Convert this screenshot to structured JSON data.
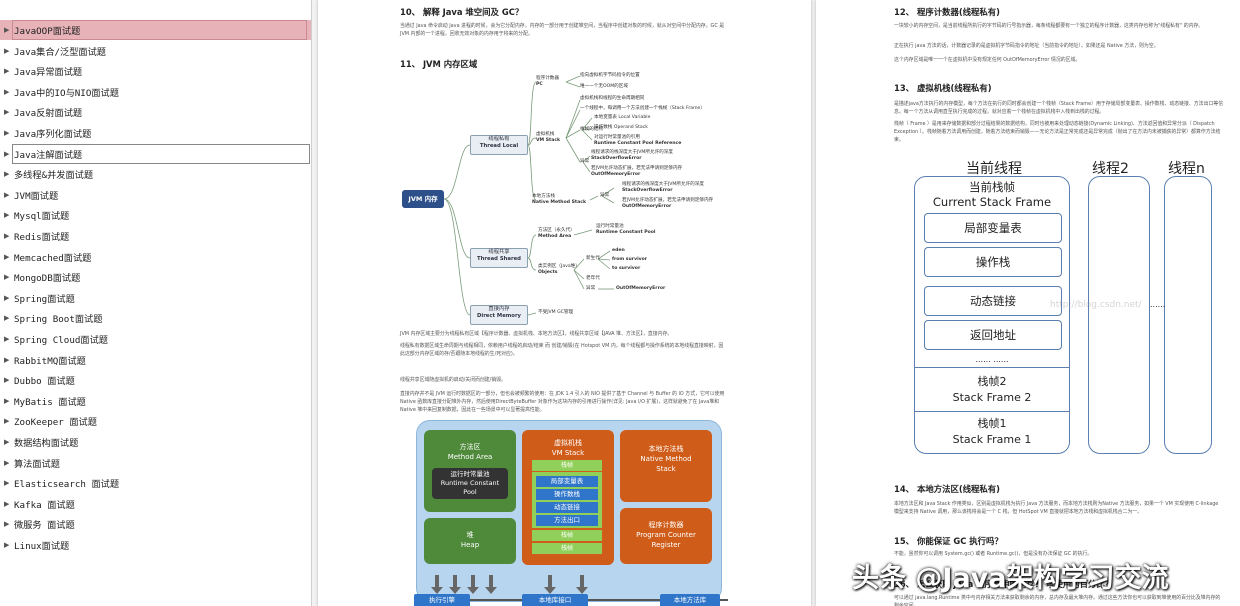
{
  "sidebar": {
    "items": [
      {
        "label": "JavaOOP面试题"
      },
      {
        "label": "Java集合/泛型面试题"
      },
      {
        "label": "Java异常面试题"
      },
      {
        "label": "Java中的IO与NIO面试题"
      },
      {
        "label": "Java反射面试题"
      },
      {
        "label": "Java序列化面试题"
      },
      {
        "label": "Java注解面试题"
      },
      {
        "label": "多线程&并发面试题"
      },
      {
        "label": "JVM面试题"
      },
      {
        "label": "Mysql面试题"
      },
      {
        "label": "Redis面试题"
      },
      {
        "label": "Memcached面试题"
      },
      {
        "label": "MongoDB面试题"
      },
      {
        "label": "Spring面试题"
      },
      {
        "label": "Spring Boot面试题"
      },
      {
        "label": "Spring Cloud面试题"
      },
      {
        "label": "RabbitMQ面试题"
      },
      {
        "label": "Dubbo 面试题"
      },
      {
        "label": "MyBatis 面试题"
      },
      {
        "label": "ZooKeeper 面试题"
      },
      {
        "label": "数据结构面试题"
      },
      {
        "label": "算法面试题"
      },
      {
        "label": "Elasticsearch 面试题"
      },
      {
        "label": "Kafka 面试题"
      },
      {
        "label": "微服务 面试题"
      },
      {
        "label": "Linux面试题"
      }
    ],
    "selected_index": 0,
    "outlined_index": 6
  },
  "left_page": {
    "h10": "10、 解释 Java 堆空间及 GC？",
    "p10a": "当通过 Java 命令启动 Java 进程的时候，会为它分配内存。内存的一部分用于创建堆空间，当程序中创建对象的时候，就从对空间中分配内存。GC 是 JVM 内部的一个进程，回收无效对象的内存用于将来的分配。",
    "h11": "11、 JVM 内存区域",
    "mind": {
      "root": "JVM 内存",
      "thread_local": [
        "线程私有",
        "Thread Local"
      ],
      "thread_shared": [
        "线程共享",
        "Thread Shared"
      ],
      "direct": [
        "直接内存",
        "Direct Memory"
      ],
      "pc": [
        "程序计数器",
        "PC"
      ],
      "pc_notes": [
        "指向虚拟机字节码指令的位置",
        "唯一一个无OOM的区域"
      ],
      "vm_stack": [
        "虚拟机栈",
        "VM Stack"
      ],
      "vm_stack_notes": [
        "虚拟机栈和线程的生命周期相同",
        "一个线程中，每调用一个方法创建一个栈帧（Stack Frame）"
      ],
      "frame": "栈帧的结构",
      "frame_items": [
        "本地变量表 Local Variable",
        "操作数栈 Operand Stack",
        "对运行时常量池的引用",
        "Runtime Constant Pool Reference"
      ],
      "exc": "异常",
      "exc_items": [
        "线程请求的栈深度大于JVM所允许的深度",
        "StackOverflowError",
        "若JVM允许动态扩展，若无法申请到足够内存",
        "OutOfMemoryError"
      ],
      "native": [
        "本地方法栈",
        "Native Method Stack"
      ],
      "native_exc": [
        "线程请求的栈深度大于JVM所允许的深度",
        "StackOverflowError",
        "若JVM允许动态扩展，若无法申请到足够内存",
        "OutOfMemoryError"
      ],
      "method_area": [
        "方法区（永久代）",
        "Method Area"
      ],
      "method_area_note": [
        "运行时常量池",
        "Runtime Constant Pool"
      ],
      "heap": [
        "类实例区（Java堆）",
        "Objects"
      ],
      "young": "新生代",
      "young_items": [
        "eden",
        "from survivor",
        "to survivor"
      ],
      "old": "老年代",
      "heap_exc": "OutOfMemoryError",
      "direct_note": "不受JVM GC管理"
    },
    "p11a": "JVM 内存区域主要分为线程私有区域【程序计数器、虚拟机栈、本地方法区】，线程共享区域【JAVA 堆、方法区】，直接内存。",
    "p11b": "线程私有数据区域生命周期与线程相同，依赖用户线程的启动/结束 而 创建/销毁(在 Hotspot VM 内，每个线程都与操作系统的本地线程直接映射，因此这部分内存区域的存/否跟随本地线程的生/死对应)。",
    "p11c": "线程共享区域随虚拟机的启动/关闭而创建/销毁。",
    "p11d": "直接内存并不是 JVM 运行时数据区的一部分，但也会被频繁的使用：在 JDK 1.4 引入的 NIO 提供了基于 Channel 与 Buffer 的 IO 方式，它可以使用 Native 函数库直接分配堆外内存，然后使用DirectByteBuffer 对象作为这块内存的引用进行操作(详见: Java I/O 扩展)，这样就避免了在 Java堆和 Native 堆中来回复制数据，因此在一些场景中可以显著提高性能。",
    "jvm": {
      "method_area": [
        "方法区",
        "Method Area"
      ],
      "rcp": [
        "运行时常量池",
        "Runtime Constant",
        "Pool"
      ],
      "heap": [
        "堆",
        "Heap"
      ],
      "vm_stack": [
        "虚拟机栈",
        "VM Stack"
      ],
      "frame": "栈帧",
      "inner": [
        "局部变量表",
        "操作数栈",
        "动态链接",
        "方法出口"
      ],
      "native": [
        "本地方法栈",
        "Native Method",
        "Stack"
      ],
      "pc": [
        "程序计数器",
        "Program Counter",
        "Register"
      ],
      "bottom": [
        "执行引擎",
        "本地库接口",
        "本地方法库"
      ]
    }
  },
  "right_page": {
    "h12": "12、 程序计数器(线程私有)",
    "p12a": "一块较小的内存空间，是当前线程所执行的字节码的行号指示器，每条线程都要有一个独立的程序计数器，这类内存也称为\"线程私有\" 的内存。",
    "p12b": "正在执行 java 方法的话，计数器记录的是虚拟机字节码指令的地址（当前指令的地址）。如果还是 Native 方法，则为空。",
    "p12c": "这个内存区域是唯一一个在虚拟机中没有规定任何 OutOfMemoryError 情况的区域。",
    "h13": "13、 虚拟机栈(线程私有)",
    "p13a": "是描述java方法执行的内存模型，每个方法在执行的同时都会创建一个栈帧（Stack Frame）用于存储局部变量表、操作数栈、动态链接、方法出口等信息。每一个方法从调用直至执行完成的过程，就对应着一个栈帧在虚拟机栈中入栈到出栈的过程。",
    "p13b": "栈帧（ Frame ）是用来存储数据和部分过程结果的数据结构，同时也被用来处理动态链接(Dynamic Linking)、方法返回值和异常分派（ Dispatch Exception ）。栈帧随着方法调用而创建，随着方法结束而销毁——无论方法是正常完成还是异常完成（抛出了在方法内未被捕获的异常）都算作方法结束。",
    "stack": {
      "t1": "当前线程",
      "t2": "线程2",
      "t3": "线程n",
      "cur_frame": [
        "当前栈帧",
        "Current Stack Frame"
      ],
      "items": [
        "局部变量表",
        "操作栈",
        "动态链接",
        "返回地址"
      ],
      "dots": "...... ......",
      "frame2": [
        "栈帧2",
        "Stack Frame 2"
      ],
      "frame1": [
        "栈帧1",
        "Stack Frame 1"
      ],
      "side_dots": "......"
    },
    "h14": "14、 本地方法区(线程私有)",
    "p14a": "本地方法区和 Java Stack 作用类似，区别是虚拟机栈为执行 Java 方法服务，而本地方法栈则为Native 方法服务，如果一个 VM 实现使用 C-linkage 模型来支持 Native 调用，那么该栈将会是一个 C 栈，但 HotSpot VM 直接就把本地方法栈和虚拟机栈合二为一。",
    "h15": "15、 你能保证 GC 执行吗？",
    "p15a": "不能，虽然你可以调用 System.gc() 或者 Runtime.gc()，但是没有办法保证 GC 的执行。",
    "h16": "16、 怎么获取 Java 程序使用的内存？ 堆使用的百分比？",
    "p16a": "可以通过 java.lang.Runtime 类中与内存相关方法来获取剩余的内存，总内存及最大堆内存。通过这些方法你也可以获取到堆使用的百分比及堆内存的剩余空间。"
  },
  "watermark": "头条 @Java架构学习交流",
  "faint_watermark": "http://blog.csdn.net/"
}
